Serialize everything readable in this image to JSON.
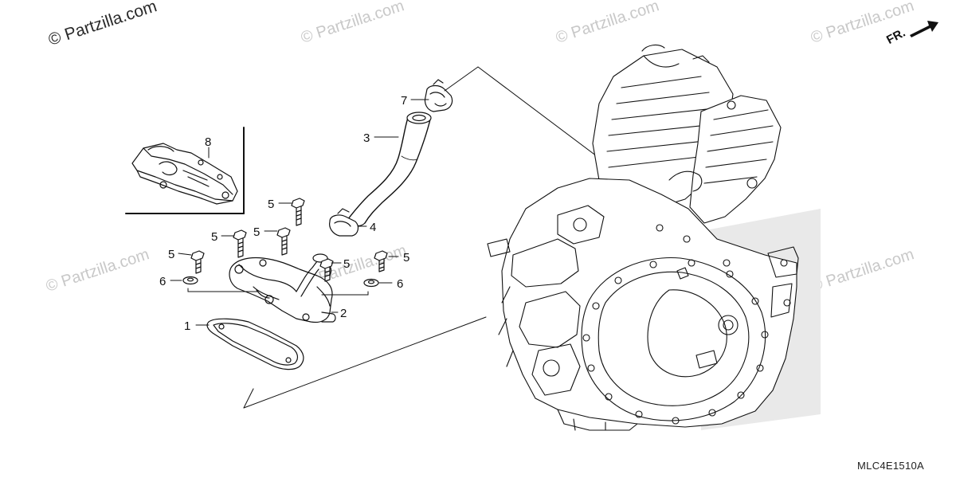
{
  "watermark": "© Partzilla.com",
  "diagram_code": "MLC4E1510A",
  "orientation_label": "FR.",
  "callouts": {
    "c1": "1",
    "c2": "2",
    "c3": "3",
    "c4": "4",
    "c5a": "5",
    "c5b": "5",
    "c5c": "5",
    "c5d": "5",
    "c5e": "5",
    "c5f": "5",
    "c6a": "6",
    "c6b": "6",
    "c7": "7",
    "c8": "8"
  },
  "colors": {
    "line": "#111111",
    "watermark": "#c8c8c8",
    "background": "#ffffff"
  }
}
